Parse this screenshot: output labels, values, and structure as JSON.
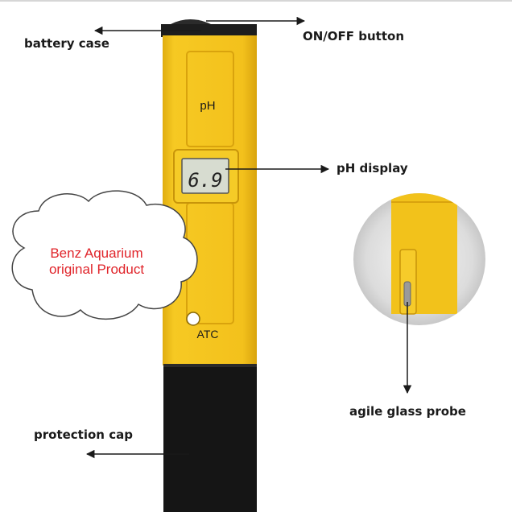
{
  "labels": {
    "battery_case": "battery case",
    "on_off_button": "ON/OFF button",
    "ph_display": "pH display",
    "agile_glass_probe": "agile glass probe",
    "protection_cap": "protection cap"
  },
  "meter": {
    "ph_text": "pH",
    "display_value": "6.9",
    "atc_text": "ATC"
  },
  "watermark": {
    "line1": "Benz Aquarium",
    "line2": "original Product"
  },
  "colors": {
    "meter_body": "#f2c21b",
    "cap": "#151515",
    "lcd": "#d7dcd0",
    "cloud_text": "#e0242a",
    "arrow": "#1a1a1a"
  }
}
